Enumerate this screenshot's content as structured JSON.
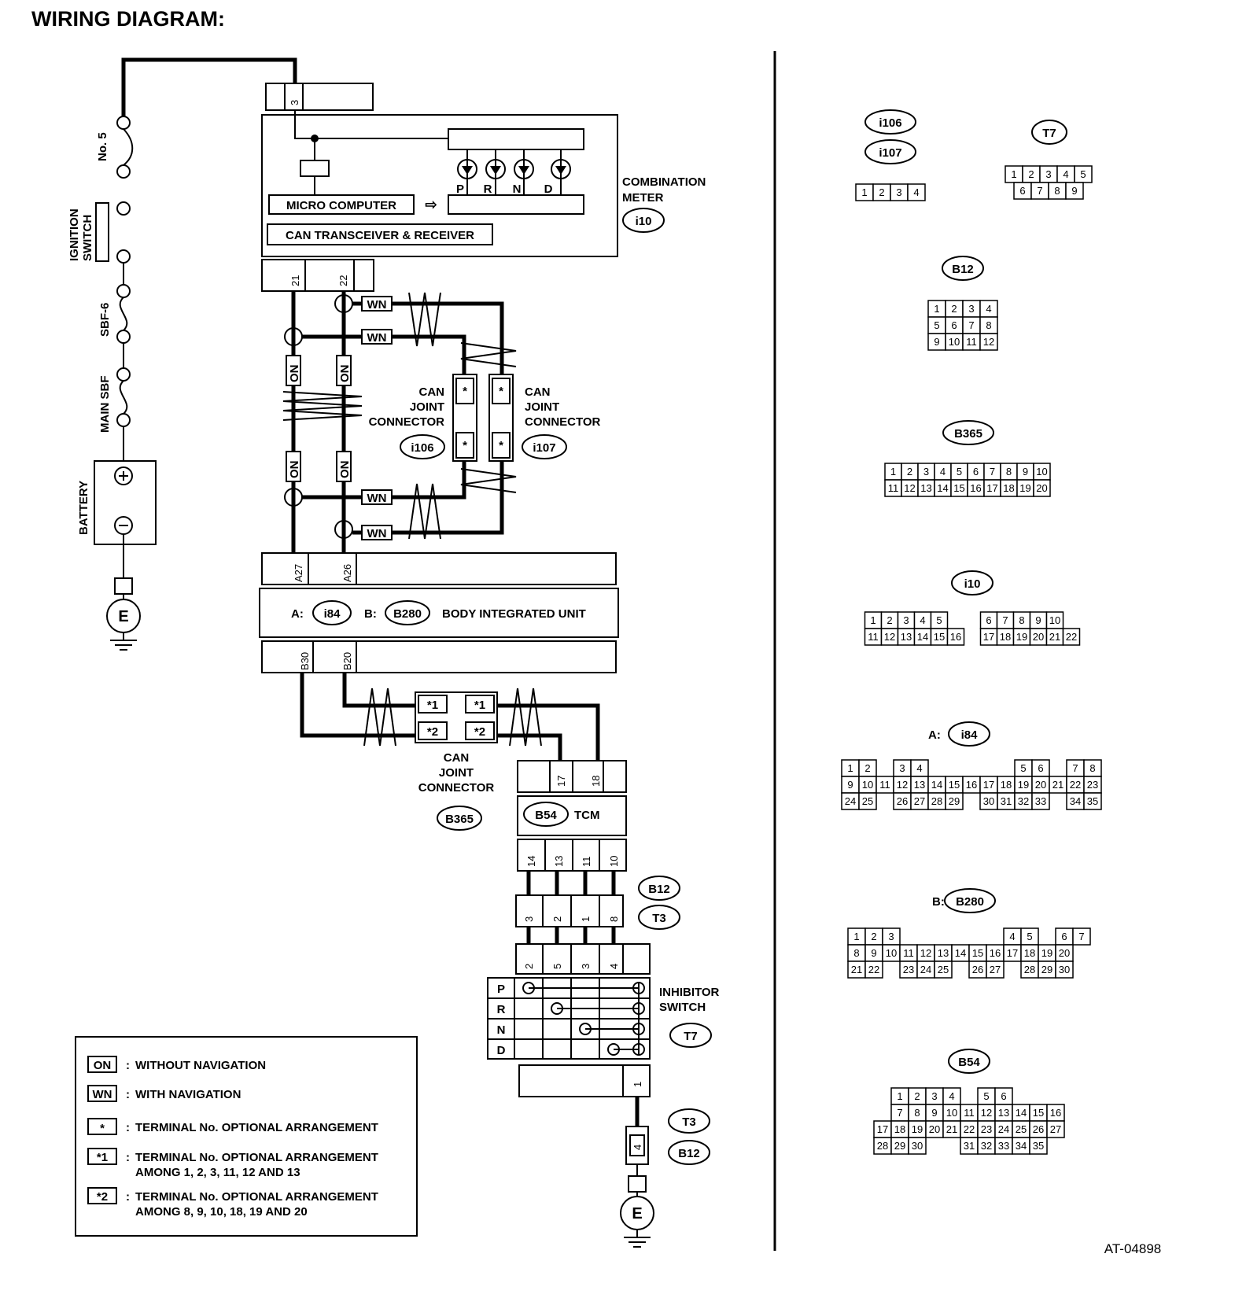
{
  "title": "WIRING DIAGRAM:",
  "figure_id": "AT-04898",
  "power": {
    "fuse": "No. 5",
    "ignition": [
      "IGNITION",
      "SWITCH"
    ],
    "sbf6": "SBF-6",
    "main_sbf": "MAIN SBF",
    "battery": "BATTERY",
    "ground": "E"
  },
  "meter": {
    "pin3": "3",
    "micro": "MICRO COMPUTER",
    "can": "CAN TRANSCEIVER & RECEIVER",
    "name": [
      "COMBINATION",
      "METER"
    ],
    "code": "i10",
    "pin21": "21",
    "pin22": "22",
    "leds": [
      "P",
      "R",
      "N",
      "D"
    ]
  },
  "legend_tags": {
    "on": "ON",
    "wn": "WN",
    "star": "*",
    "star1": "*1",
    "star2": "*2"
  },
  "can_joint": {
    "label": [
      "CAN",
      "JOINT",
      "CONNECTOR"
    ],
    "c1": "i106",
    "c2": "i107",
    "c3": "B365"
  },
  "biu": {
    "pinA27": "A27",
    "pinA26": "A26",
    "pinB30": "B30",
    "pinB20": "B20",
    "a_prefix": "A:",
    "a_code": "i84",
    "b_prefix": "B:",
    "b_code": "B280",
    "name": "BODY INTEGRATED UNIT"
  },
  "tcm": {
    "pin17": "17",
    "pin18": "18",
    "code": "B54",
    "name": "TCM",
    "bottom_pins": [
      "14",
      "13",
      "11",
      "10"
    ],
    "mid_pins": [
      "3",
      "2",
      "1",
      "8"
    ],
    "conn_codes": [
      "B12",
      "T3"
    ]
  },
  "inhibitor": {
    "top_pins": [
      "2",
      "5",
      "3",
      "4"
    ],
    "rows": [
      "P",
      "R",
      "N",
      "D"
    ],
    "name": [
      "INHIBITOR",
      "SWITCH"
    ],
    "code": "T7",
    "pin1": "1",
    "pin4": "4",
    "ground_codes": [
      "T3",
      "B12"
    ],
    "ground": "E"
  },
  "legend": [
    {
      "tag": "ON",
      "text": [
        "WITHOUT NAVIGATION"
      ]
    },
    {
      "tag": "WN",
      "text": [
        "WITH NAVIGATION"
      ]
    },
    {
      "tag": "*",
      "text": [
        "TERMINAL No. OPTIONAL ARRANGEMENT"
      ]
    },
    {
      "tag": "*1",
      "text": [
        "TERMINAL No. OPTIONAL ARRANGEMENT",
        "AMONG 1, 2, 3, 11, 12 AND 13"
      ]
    },
    {
      "tag": "*2",
      "text": [
        "TERMINAL No. OPTIONAL ARRANGEMENT",
        "AMONG 8, 9, 10, 18, 19 AND 20"
      ]
    }
  ],
  "legend_sep": ":",
  "connectors": [
    {
      "labels": [
        "i106",
        "i107"
      ],
      "rows": [
        [
          "1",
          "2",
          "3",
          "4"
        ]
      ]
    },
    {
      "labels": [
        "T7"
      ],
      "rows": [
        [
          "1",
          "2",
          "3",
          "4",
          "5"
        ],
        [
          "6",
          "7",
          "8",
          "9"
        ]
      ]
    },
    {
      "labels": [
        "B12"
      ],
      "rows": [
        [
          "1",
          "2",
          "3",
          "4"
        ],
        [
          "5",
          "6",
          "7",
          "8"
        ],
        [
          "9",
          "10",
          "11",
          "12"
        ]
      ]
    },
    {
      "labels": [
        "B365"
      ],
      "rows": [
        [
          "1",
          "2",
          "3",
          "4",
          "5",
          "6",
          "7",
          "8",
          "9",
          "10"
        ],
        [
          "11",
          "12",
          "13",
          "14",
          "15",
          "16",
          "17",
          "18",
          "19",
          "20"
        ]
      ]
    },
    {
      "labels": [
        "i10"
      ],
      "rows": [
        [
          "1",
          "2",
          "3",
          "4",
          "5",
          "",
          "",
          "6",
          "7",
          "8",
          "9",
          "10"
        ],
        [
          "11",
          "12",
          "13",
          "14",
          "15",
          "16",
          "",
          "17",
          "18",
          "19",
          "20",
          "21",
          "22"
        ]
      ]
    },
    {
      "prefix": "A:",
      "labels": [
        "i84"
      ],
      "rows": [
        [
          "1",
          "2",
          "",
          "3",
          "4",
          "",
          "",
          "",
          "",
          "",
          "5",
          "6",
          "",
          "7",
          "8"
        ],
        [
          "9",
          "10",
          "11",
          "12",
          "13",
          "14",
          "15",
          "16",
          "17",
          "18",
          "19",
          "20",
          "21",
          "22",
          "23"
        ],
        [
          "24",
          "25",
          "",
          "26",
          "27",
          "28",
          "29",
          "",
          "30",
          "31",
          "32",
          "33",
          "",
          "34",
          "35"
        ]
      ]
    },
    {
      "prefix": "B:",
      "labels": [
        "B280"
      ],
      "rows": [
        [
          "1",
          "2",
          "3",
          "",
          "",
          "",
          "",
          "",
          "",
          "4",
          "5",
          "",
          "6",
          "7"
        ],
        [
          "8",
          "9",
          "10",
          "11",
          "12",
          "13",
          "14",
          "15",
          "16",
          "17",
          "18",
          "19",
          "20"
        ],
        [
          "21",
          "22",
          "",
          "23",
          "24",
          "25",
          "",
          "26",
          "27",
          "",
          "28",
          "29",
          "30"
        ]
      ]
    },
    {
      "labels": [
        "B54"
      ],
      "rows": [
        [
          "",
          "1",
          "2",
          "3",
          "4",
          "",
          "5",
          "6"
        ],
        [
          "",
          "7",
          "8",
          "9",
          "10",
          "11",
          "12",
          "13",
          "14",
          "15",
          "16"
        ],
        [
          "17",
          "18",
          "19",
          "20",
          "21",
          "22",
          "23",
          "24",
          "25",
          "26",
          "27"
        ],
        [
          "28",
          "29",
          "30",
          "",
          "",
          "31",
          "32",
          "33",
          "34",
          "35"
        ]
      ]
    }
  ]
}
